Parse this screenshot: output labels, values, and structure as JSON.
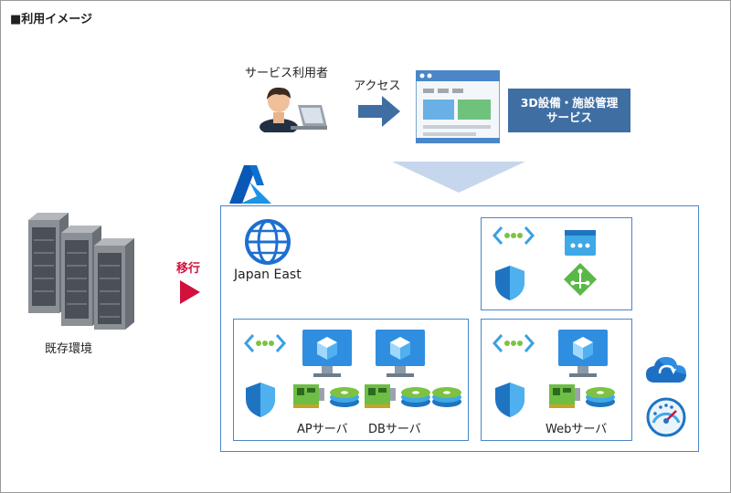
{
  "heading": "■利用イメージ",
  "user": {
    "label": "サービス利用者"
  },
  "access": {
    "label": "アクセス"
  },
  "service": {
    "line1": "3D設備・施設管理",
    "line2": "サービス"
  },
  "onprem": {
    "label": "既存環境"
  },
  "migration": {
    "label": "移行"
  },
  "region": {
    "label": "Japan East"
  },
  "servers": {
    "ap": "APサーバ",
    "db": "DBサーバ",
    "web": "Webサーバ"
  },
  "colors": {
    "accent_blue": "#3f6ea3",
    "frame_blue": "#4a86c8",
    "migration_red": "#d2123c",
    "azure_blue": "#0078d4"
  },
  "icons": [
    "person-laptop-icon",
    "arrow-right-icon",
    "browser-window-icon",
    "down-chevron-icon",
    "azure-logo-icon",
    "server-rack-icon",
    "red-triangle-icon",
    "globe-icon",
    "vnet-icon",
    "shield-icon",
    "load-balancer-icon",
    "firewall-icon",
    "virtual-machine-icon",
    "nic-icon",
    "disk-icon",
    "backup-cloud-icon",
    "monitor-gauge-icon"
  ]
}
